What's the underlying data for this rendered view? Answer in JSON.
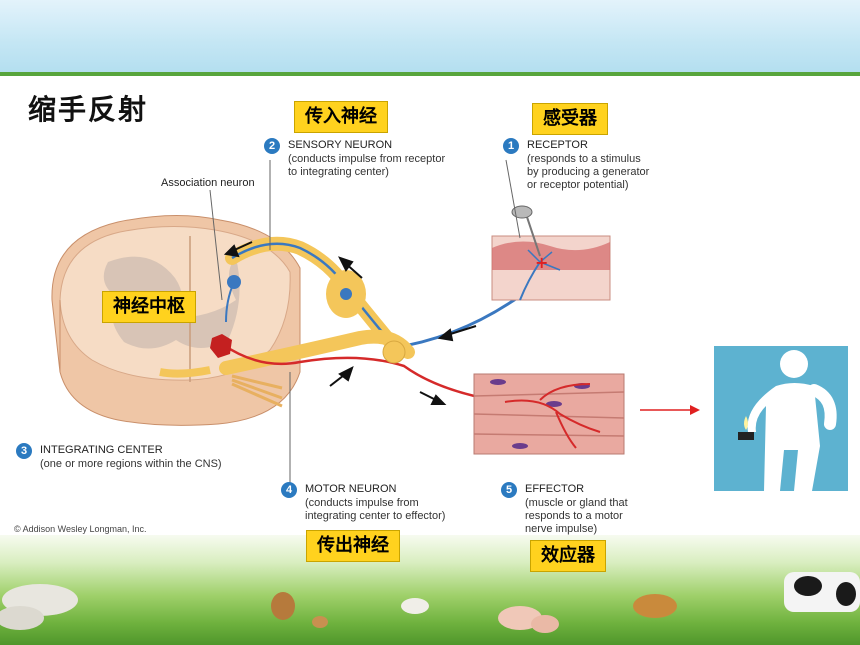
{
  "slide": {
    "title": "缩手反射"
  },
  "labels": {
    "afferent": "传入神经",
    "receptor_cn": "感受器",
    "center": "神经中枢",
    "efferent": "传出神经",
    "effector_cn": "效应器"
  },
  "steps": [
    {
      "num": "1",
      "heading": "RECEPTOR",
      "desc": [
        "(responds to a stimulus",
        "by producing a generator",
        "or receptor potential)"
      ]
    },
    {
      "num": "2",
      "heading": "SENSORY NEURON",
      "desc": [
        "(conducts impulse from receptor",
        "to integrating center)"
      ]
    },
    {
      "num": "3",
      "heading": "INTEGRATING CENTER",
      "desc": [
        "(one or more regions within the CNS)"
      ]
    },
    {
      "num": "4",
      "heading": "MOTOR NEURON",
      "desc": [
        "(conducts impulse from",
        "integrating center to effector)"
      ]
    },
    {
      "num": "5",
      "heading": "EFFECTOR",
      "desc": [
        "(muscle or gland that",
        "responds to a motor",
        "nerve impulse)"
      ]
    }
  ],
  "association_neuron": "Association neuron",
  "copyright": "© Addison Wesley Longman, Inc.",
  "colors": {
    "sensory": "#3a78c0",
    "motor": "#d52a2a",
    "highlight": "#ffd21e",
    "grass": "#6fb23e"
  }
}
